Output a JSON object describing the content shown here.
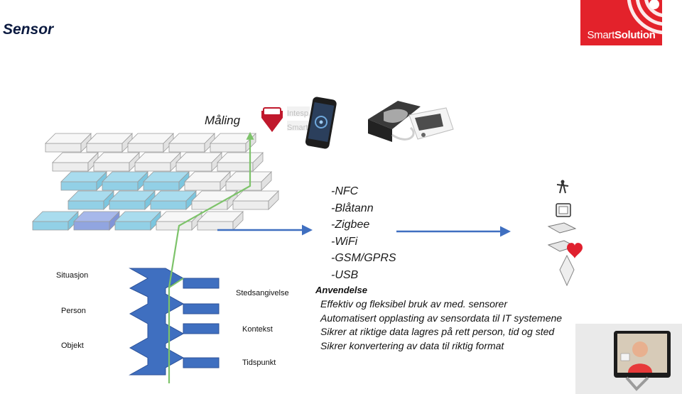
{
  "header": {
    "title": "Sensor"
  },
  "logo": {
    "prefix": "Smart",
    "suffix": "Solution",
    "color": "#e3222b"
  },
  "diagram": {
    "measure_label": "Måling",
    "left_labels": [
      "Situasjon",
      "Person",
      "Objekt"
    ],
    "right_labels": [
      "Stedsangivelse",
      "Kontekst",
      "Tidspunkt"
    ],
    "device_logo_text": [
      "Intesp",
      "Smart"
    ],
    "protocols": [
      "-NFC",
      "-Blåtann",
      "-Zigbee",
      "-WiFi",
      "-GSM/GPRS",
      "-USB"
    ],
    "applications": {
      "title": "Anvendelse",
      "items": [
        "Effektiv og fleksibel bruk av med. sensorer",
        "Automatisert opplasting av sensordata til IT systemene",
        "Sikrer at riktige data lagres på rett person, tid og sted",
        "Sikrer konvertering av data til riktig format"
      ]
    },
    "colors": {
      "arrow_blue": "#3f6fc0",
      "line_green": "#7dc36a",
      "tile_blue": "#a9dcee",
      "tile_selected": "#a7b8ea"
    },
    "icons": [
      "nfc-device-icon",
      "smartphone-icon",
      "blood-pressure-monitor-icon",
      "antenna-icon",
      "tablet-icon",
      "sensor-tag-icon",
      "heart-sensor-icon",
      "diamond-sensor-icon",
      "video-call-screen-icon"
    ]
  }
}
